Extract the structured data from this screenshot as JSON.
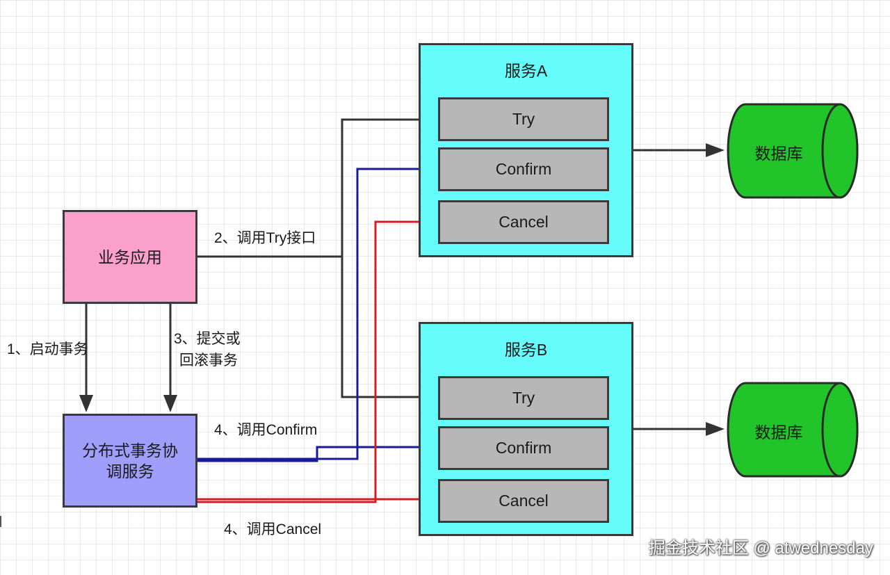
{
  "app_box": {
    "label": "业务应用"
  },
  "coordinator_box": {
    "label": "分布式事务协调服务"
  },
  "service_a": {
    "title": "服务A",
    "ops": [
      "Try",
      "Confirm",
      "Cancel"
    ]
  },
  "service_b": {
    "title": "服务B",
    "ops": [
      "Try",
      "Confirm",
      "Cancel"
    ]
  },
  "databases": [
    "数据库",
    "数据库"
  ],
  "edge_labels": {
    "start": "1、启动事务",
    "try": "2、调用Try接口",
    "commit_line1": "3、提交或",
    "commit_line2": "回滚事务",
    "confirm": "4、调用Confirm",
    "cancel": "4、调用Cancel"
  },
  "watermark": "掘金技术社区 @ atwednesday",
  "colors": {
    "app": "#fb9fcb",
    "coordinator": "#9f9ffb",
    "service": "#66fcfb",
    "operation": "#b7b7b7",
    "database": "#21c52a",
    "try_arrow": "#333333",
    "confirm_arrow": "#1a1a9f",
    "cancel_arrow": "#d41c24"
  }
}
